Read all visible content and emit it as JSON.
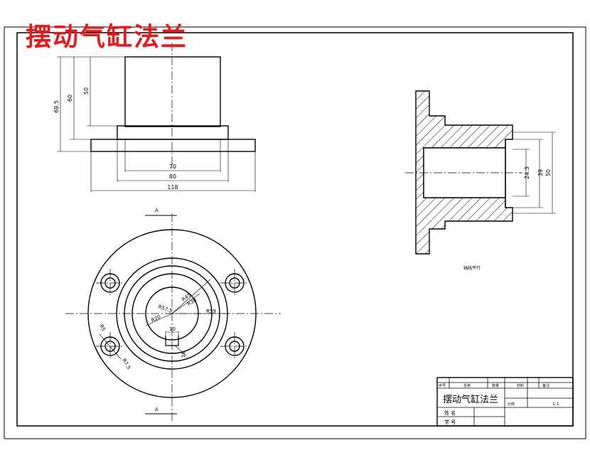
{
  "drawing": {
    "title_red": "摆动气缸法兰",
    "top_view": {
      "dims_vertical": [
        "69.5",
        "60",
        "50"
      ],
      "dims_horizontal": [
        "70",
        "80",
        "118"
      ]
    },
    "section_view": {
      "dims": [
        "24.3",
        "39",
        "50"
      ],
      "note": "轴线平行"
    },
    "front_view": {
      "section_label_top": "A",
      "section_label_bottom": "A",
      "labels": [
        "R57.5",
        "R20",
        "R45",
        "R38",
        "R59",
        "R5",
        "R7.5",
        "10",
        "16"
      ]
    }
  },
  "title_block": {
    "part_name": "摆动气缸法兰",
    "header_cells": [
      "序号",
      "名称",
      "数量",
      "材料",
      "备注"
    ],
    "scale_label": "比例",
    "scale_value": "1:1",
    "row_name": "姓 名",
    "row_id": "学 号"
  },
  "colors": {
    "title_red": "#e21b1b",
    "line": "#000000"
  }
}
